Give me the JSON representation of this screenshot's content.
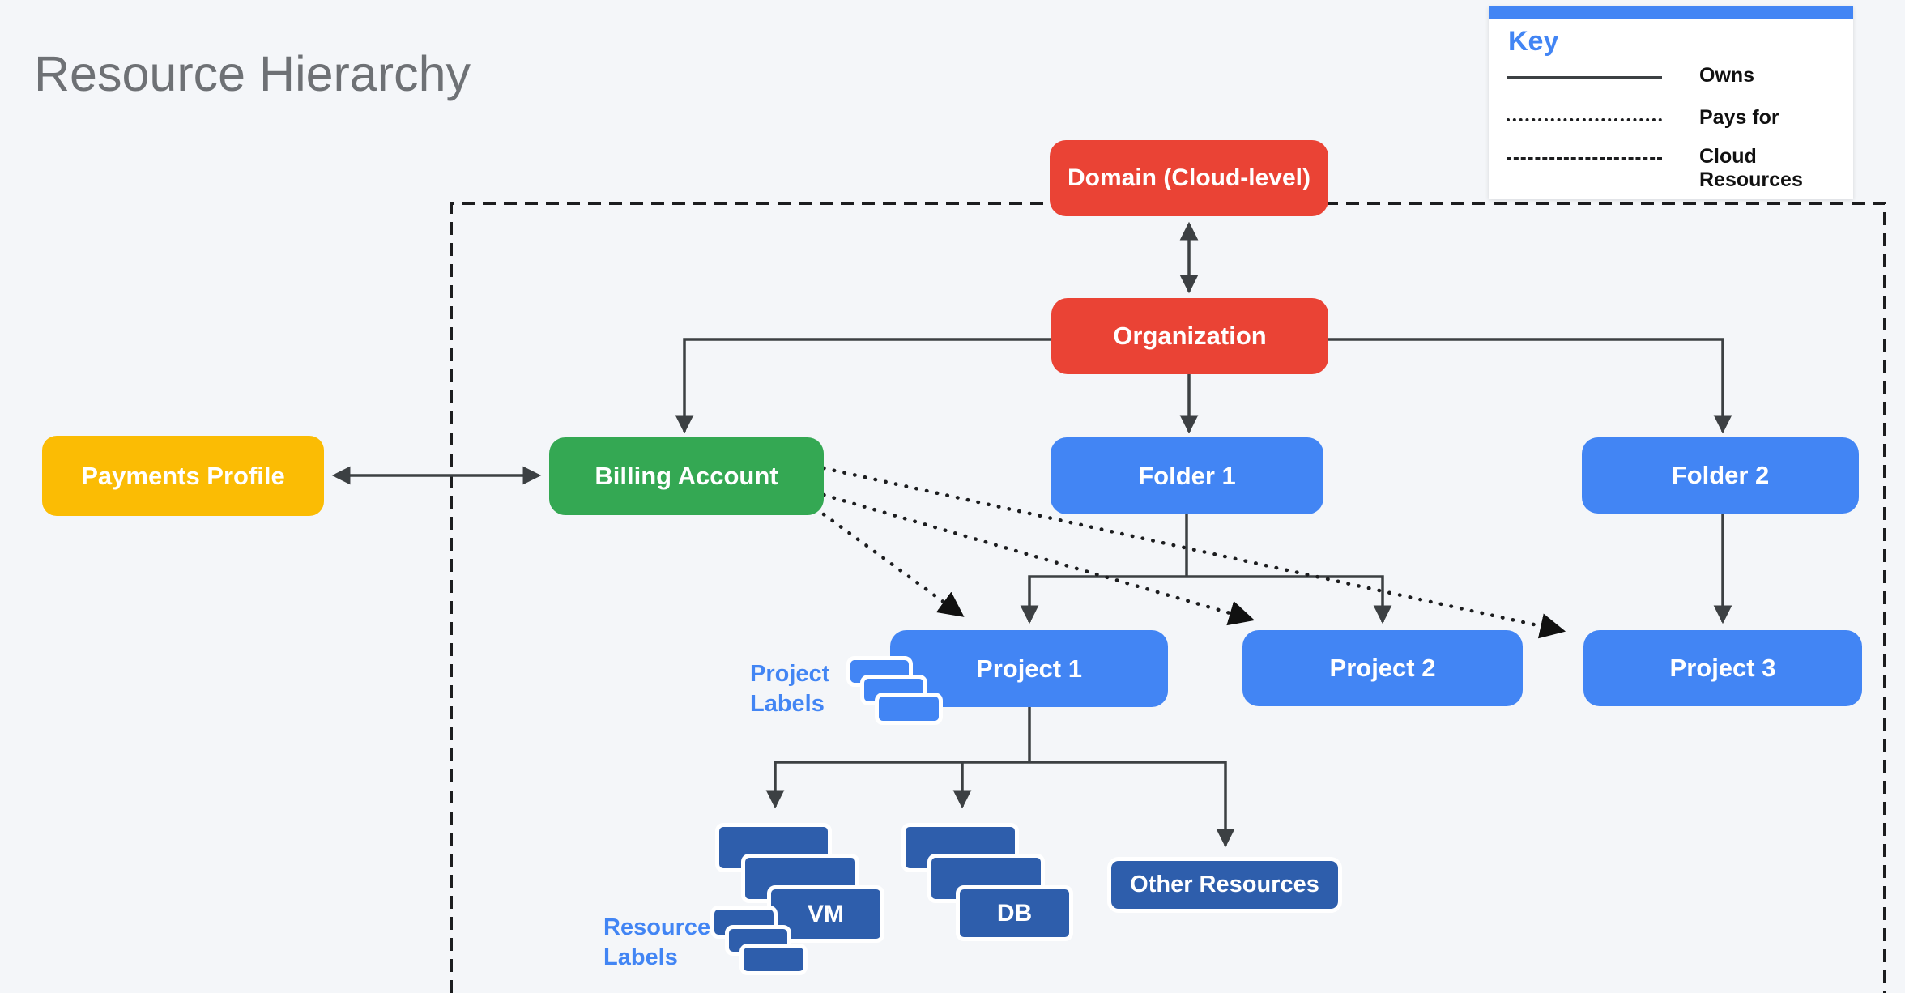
{
  "title": "Resource Hierarchy",
  "legend": {
    "title": "Key",
    "items": [
      {
        "line_style": "solid",
        "label": "Owns"
      },
      {
        "line_style": "dotted",
        "label": "Pays for"
      },
      {
        "line_style": "dashed",
        "label": "Cloud Resources"
      }
    ]
  },
  "nodes": {
    "domain": {
      "label": "Domain (Cloud-level)",
      "color": "#EA4335"
    },
    "organization": {
      "label": "Organization",
      "color": "#EA4335"
    },
    "payments_profile": {
      "label": "Payments Profile",
      "color": "#FBBC04"
    },
    "billing_account": {
      "label": "Billing Account",
      "color": "#34A853"
    },
    "folder1": {
      "label": "Folder 1",
      "color": "#4285F4"
    },
    "folder2": {
      "label": "Folder 2",
      "color": "#4285F4"
    },
    "project1": {
      "label": "Project 1",
      "color": "#4285F4"
    },
    "project2": {
      "label": "Project 2",
      "color": "#4285F4"
    },
    "project3": {
      "label": "Project 3",
      "color": "#4285F4"
    },
    "vm": {
      "label": "VM",
      "color": "#2E5EAC"
    },
    "db": {
      "label": "DB",
      "color": "#2E5EAC"
    },
    "other_resources": {
      "label": "Other Resources",
      "color": "#2E5EAC"
    }
  },
  "annotations": {
    "project_labels": "Project\nLabels",
    "resource_labels": "Resource\nLabels"
  },
  "edges": [
    {
      "from": "domain",
      "to": "organization",
      "type": "owns",
      "bidirectional": true
    },
    {
      "from": "payments_profile",
      "to": "billing_account",
      "type": "owns",
      "bidirectional": true
    },
    {
      "from": "organization",
      "to": "billing_account",
      "type": "owns"
    },
    {
      "from": "organization",
      "to": "folder1",
      "type": "owns"
    },
    {
      "from": "organization",
      "to": "folder2",
      "type": "owns"
    },
    {
      "from": "folder1",
      "to": "project1",
      "type": "owns"
    },
    {
      "from": "folder1",
      "to": "project2",
      "type": "owns"
    },
    {
      "from": "folder2",
      "to": "project3",
      "type": "owns"
    },
    {
      "from": "project1",
      "to": "vm",
      "type": "owns"
    },
    {
      "from": "project1",
      "to": "db",
      "type": "owns"
    },
    {
      "from": "project1",
      "to": "other_resources",
      "type": "owns"
    },
    {
      "from": "billing_account",
      "to": "project1",
      "type": "pays_for"
    },
    {
      "from": "billing_account",
      "to": "project2",
      "type": "pays_for"
    },
    {
      "from": "billing_account",
      "to": "project3",
      "type": "pays_for"
    }
  ],
  "colors": {
    "bg": "#F4F6F9",
    "red": "#EA4335",
    "blue": "#4285F4",
    "green": "#34A853",
    "yellow": "#FBBC04",
    "dark-blue": "#2E5EAC",
    "line-gray": "#3C4043",
    "ink": "#1C1D1F",
    "title-gray": "#6E7175",
    "label-blue": "#4285F4"
  }
}
